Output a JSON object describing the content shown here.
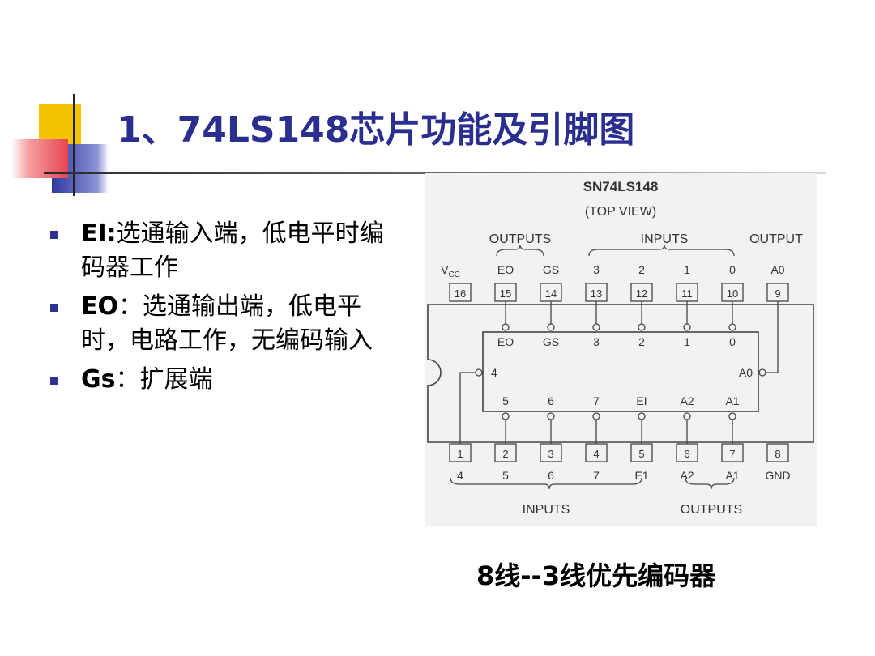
{
  "slide": {
    "title": "1、74LS148芯片功能及引脚图",
    "bullets": [
      {
        "key": "EI:",
        "text": "选通输入端，低电平时编码器工作"
      },
      {
        "key": "EO",
        "text": "：选通输出端，低电平时，电路工作，无编码输入"
      },
      {
        "key": "Gs",
        "text": "：扩展端"
      }
    ],
    "caption": "8线--3线优先编码器"
  },
  "diagram": {
    "chip_name": "SN74LS148",
    "view": "(TOP VIEW)",
    "top_groups": {
      "outputs_left": "OUTPUTS",
      "inputs": "INPUTS",
      "output_right": "OUTPUT"
    },
    "bottom_groups": {
      "inputs": "INPUTS",
      "outputs": "OUTPUTS"
    },
    "vcc": "V",
    "vcc_sub": "CC",
    "top_pins": [
      {
        "num": "16",
        "label": ""
      },
      {
        "num": "15",
        "label": "EO"
      },
      {
        "num": "14",
        "label": "GS"
      },
      {
        "num": "13",
        "label": "3"
      },
      {
        "num": "12",
        "label": "2"
      },
      {
        "num": "11",
        "label": "1"
      },
      {
        "num": "10",
        "label": "0"
      },
      {
        "num": "9",
        "label": "A0"
      }
    ],
    "bottom_pins": [
      {
        "num": "1",
        "label": "4"
      },
      {
        "num": "2",
        "label": "5"
      },
      {
        "num": "3",
        "label": "6"
      },
      {
        "num": "4",
        "label": "7"
      },
      {
        "num": "5",
        "label": "E1"
      },
      {
        "num": "6",
        "label": "A2"
      },
      {
        "num": "7",
        "label": "A1"
      },
      {
        "num": "8",
        "label": "GND"
      }
    ],
    "internal_top": [
      "EO",
      "GS",
      "3",
      "2",
      "1",
      "0"
    ],
    "internal_bottom": [
      "5",
      "6",
      "7",
      "EI",
      "A2",
      "A1"
    ],
    "internal_left": "4",
    "internal_right": "A0"
  },
  "colors": {
    "title": "#2a2f8f",
    "bullet": "#2e3192",
    "deco_yellow": "#f5c400",
    "deco_blue": "#3440a0",
    "deco_red": "#e8505a"
  }
}
